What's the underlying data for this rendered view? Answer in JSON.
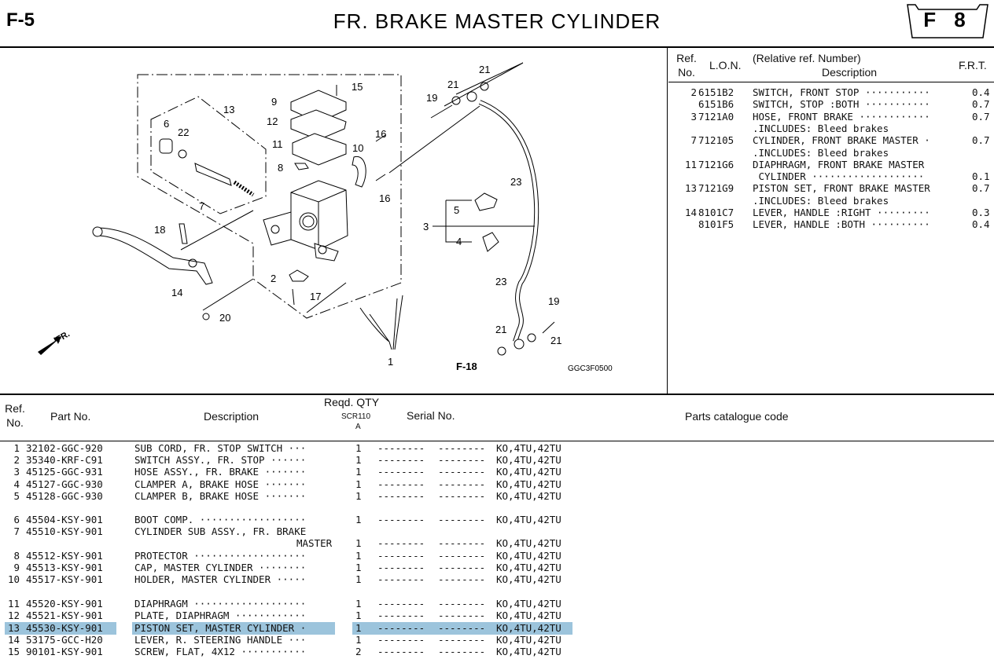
{
  "header": {
    "section_code": "F-5",
    "title": "FR.  BRAKE  MASTER  CYLINDER",
    "badge": "F 8"
  },
  "frt_table": {
    "headers": {
      "ref_no": "Ref.\nNo.",
      "ref_line1": "Ref.",
      "ref_line2": "No.",
      "lon": "L.O.N.",
      "desc_line1": "(Relative ref. Number)",
      "desc_line2": "Description",
      "frt": "F.R.T."
    },
    "rows": [
      {
        "ref": "2",
        "lon": "6151B2",
        "desc": "SWITCH, FRONT STOP ···········",
        "frt": "0.4"
      },
      {
        "ref": "",
        "lon": "6151B6",
        "desc": "SWITCH, STOP :BOTH ···········",
        "frt": "0.7"
      },
      {
        "ref": "3",
        "lon": "7121A0",
        "desc": "HOSE, FRONT BRAKE ············",
        "frt": "0.7"
      },
      {
        "ref": "",
        "lon": "",
        "desc": ".INCLUDES: Bleed brakes",
        "frt": ""
      },
      {
        "ref": "7",
        "lon": "712105",
        "desc": "CYLINDER, FRONT BRAKE MASTER ·",
        "frt": "0.7"
      },
      {
        "ref": "",
        "lon": "",
        "desc": ".INCLUDES: Bleed brakes",
        "frt": ""
      },
      {
        "ref": "11",
        "lon": "7121G6",
        "desc": "DIAPHRAGM, FRONT BRAKE MASTER",
        "frt": ""
      },
      {
        "ref": "",
        "lon": "",
        "desc": " CYLINDER ···················",
        "frt": "0.1"
      },
      {
        "ref": "13",
        "lon": "7121G9",
        "desc": "PISTON SET, FRONT BRAKE MASTER",
        "frt": "0.7"
      },
      {
        "ref": "",
        "lon": "",
        "desc": ".INCLUDES: Bleed brakes",
        "frt": ""
      },
      {
        "ref": "14",
        "lon": "8101C7",
        "desc": "LEVER, HANDLE :RIGHT ·········",
        "frt": "0.3"
      },
      {
        "ref": "",
        "lon": "8101F5",
        "desc": "LEVER, HANDLE :BOTH ··········",
        "frt": "0.4"
      }
    ]
  },
  "diagram": {
    "figure_code": "GGC3F0500",
    "cross_ref": "F-18",
    "direction_label": "FR.",
    "callouts": [
      "1",
      "2",
      "3",
      "4",
      "5",
      "6",
      "7",
      "8",
      "9",
      "10",
      "11",
      "12",
      "13",
      "14",
      "15",
      "16",
      "16",
      "17",
      "18",
      "19",
      "19",
      "20",
      "21",
      "21",
      "21",
      "21",
      "22",
      "23",
      "23"
    ]
  },
  "parts_table": {
    "headers": {
      "ref_line1": "Ref.",
      "ref_line2": "No.",
      "part_no": "Part No.",
      "description": "Description",
      "qty": "Reqd.  QTY",
      "model": "SCR110",
      "model_type": "A",
      "serial": "Serial  No.",
      "catalogue": "Parts  catalogue  code"
    },
    "highlight_color": "#9cc4dc",
    "rows": [
      {
        "ref": "1",
        "part": "32102-GGC-920",
        "desc": "SUB CORD, FR. STOP SWITCH ···",
        "qty": "1",
        "serial_from": "--------",
        "serial_to": "--------",
        "code": "KO,4TU,42TU"
      },
      {
        "ref": "2",
        "part": "35340-KRF-C91",
        "desc": "SWITCH ASSY., FR. STOP ······",
        "qty": "1",
        "serial_from": "--------",
        "serial_to": "--------",
        "code": "KO,4TU,42TU"
      },
      {
        "ref": "3",
        "part": "45125-GGC-931",
        "desc": "HOSE ASSY., FR. BRAKE ·······",
        "qty": "1",
        "serial_from": "--------",
        "serial_to": "--------",
        "code": "KO,4TU,42TU"
      },
      {
        "ref": "4",
        "part": "45127-GGC-930",
        "desc": "CLAMPER A, BRAKE HOSE ·······",
        "qty": "1",
        "serial_from": "--------",
        "serial_to": "--------",
        "code": "KO,4TU,42TU"
      },
      {
        "ref": "5",
        "part": "45128-GGC-930",
        "desc": "CLAMPER B, BRAKE HOSE ·······",
        "qty": "1",
        "serial_from": "--------",
        "serial_to": "--------",
        "code": "KO,4TU,42TU"
      },
      {
        "ref": "6",
        "part": "45504-KSY-901",
        "desc": "BOOT COMP. ··················",
        "qty": "1",
        "serial_from": "--------",
        "serial_to": "--------",
        "code": "KO,4TU,42TU"
      },
      {
        "ref": "7",
        "part": "45510-KSY-901",
        "desc": "CYLINDER SUB ASSY., FR. BRAKE",
        "desc2": "MASTER",
        "qty": "1",
        "serial_from": "--------",
        "serial_to": "--------",
        "code": "KO,4TU,42TU"
      },
      {
        "ref": "8",
        "part": "45512-KSY-901",
        "desc": "PROTECTOR ···················",
        "qty": "1",
        "serial_from": "--------",
        "serial_to": "--------",
        "code": "KO,4TU,42TU"
      },
      {
        "ref": "9",
        "part": "45513-KSY-901",
        "desc": "CAP, MASTER CYLINDER ········",
        "qty": "1",
        "serial_from": "--------",
        "serial_to": "--------",
        "code": "KO,4TU,42TU"
      },
      {
        "ref": "10",
        "part": "45517-KSY-901",
        "desc": "HOLDER, MASTER CYLINDER ·····",
        "qty": "1",
        "serial_from": "--------",
        "serial_to": "--------",
        "code": "KO,4TU,42TU"
      },
      {
        "ref": "11",
        "part": "45520-KSY-901",
        "desc": "DIAPHRAGM ···················",
        "qty": "1",
        "serial_from": "--------",
        "serial_to": "--------",
        "code": "KO,4TU,42TU"
      },
      {
        "ref": "12",
        "part": "45521-KSY-901",
        "desc": "PLATE, DIAPHRAGM ············",
        "qty": "1",
        "serial_from": "--------",
        "serial_to": "--------",
        "code": "KO,4TU,42TU"
      },
      {
        "ref": "13",
        "part": "45530-KSY-901",
        "desc": "PISTON SET, MASTER CYLINDER ·",
        "qty": "1",
        "serial_from": "--------",
        "serial_to": "--------",
        "code": "KO,4TU,42TU",
        "selected": true
      },
      {
        "ref": "14",
        "part": "53175-GCC-H20",
        "desc": "LEVER, R. STEERING HANDLE ···",
        "qty": "1",
        "serial_from": "--------",
        "serial_to": "--------",
        "code": "KO,4TU,42TU"
      },
      {
        "ref": "15",
        "part": "90101-KSY-901",
        "desc": "SCREW, FLAT, 4X12 ···········",
        "qty": "2",
        "serial_from": "--------",
        "serial_to": "--------",
        "code": "KO,4TU,42TU"
      }
    ]
  }
}
